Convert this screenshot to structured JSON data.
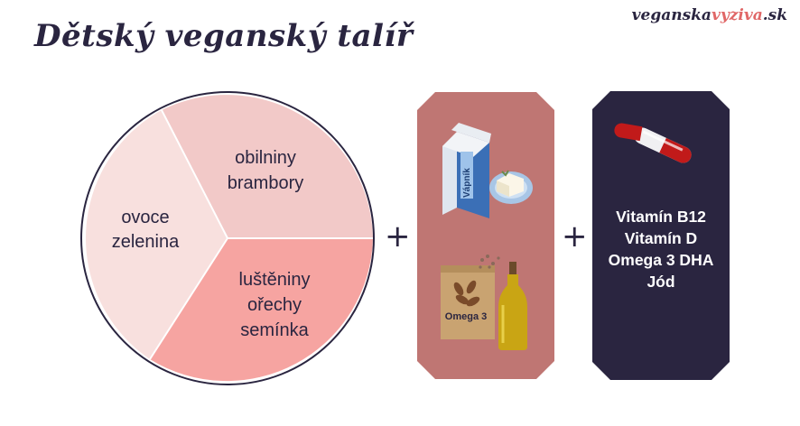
{
  "header": {
    "title": "Dětský veganský talíř",
    "site_part1": "veganska",
    "site_part2": "vyziva",
    "site_part3": ".sk"
  },
  "plate": {
    "segments": [
      {
        "lines": [
          "obilniny",
          "brambory"
        ],
        "color": "#f2c9c8"
      },
      {
        "lines": [
          "ovoce",
          "zelenina"
        ],
        "color": "#f8e0de"
      },
      {
        "lines": [
          "luštěniny",
          "ořechy",
          "semínka"
        ],
        "color": "#f6a4a1"
      }
    ],
    "outline_color": "#2a2540"
  },
  "operators": {
    "plus1": "+",
    "plus2": "+"
  },
  "supplements_panel": {
    "color": "#bf7673",
    "milk_label": "Vápník",
    "bag_label": "Omega 3"
  },
  "vitamins_panel": {
    "color": "#2a2540",
    "items": [
      "Vitamín B12",
      "Vitamín D",
      "Omega 3 DHA",
      "Jód"
    ]
  }
}
